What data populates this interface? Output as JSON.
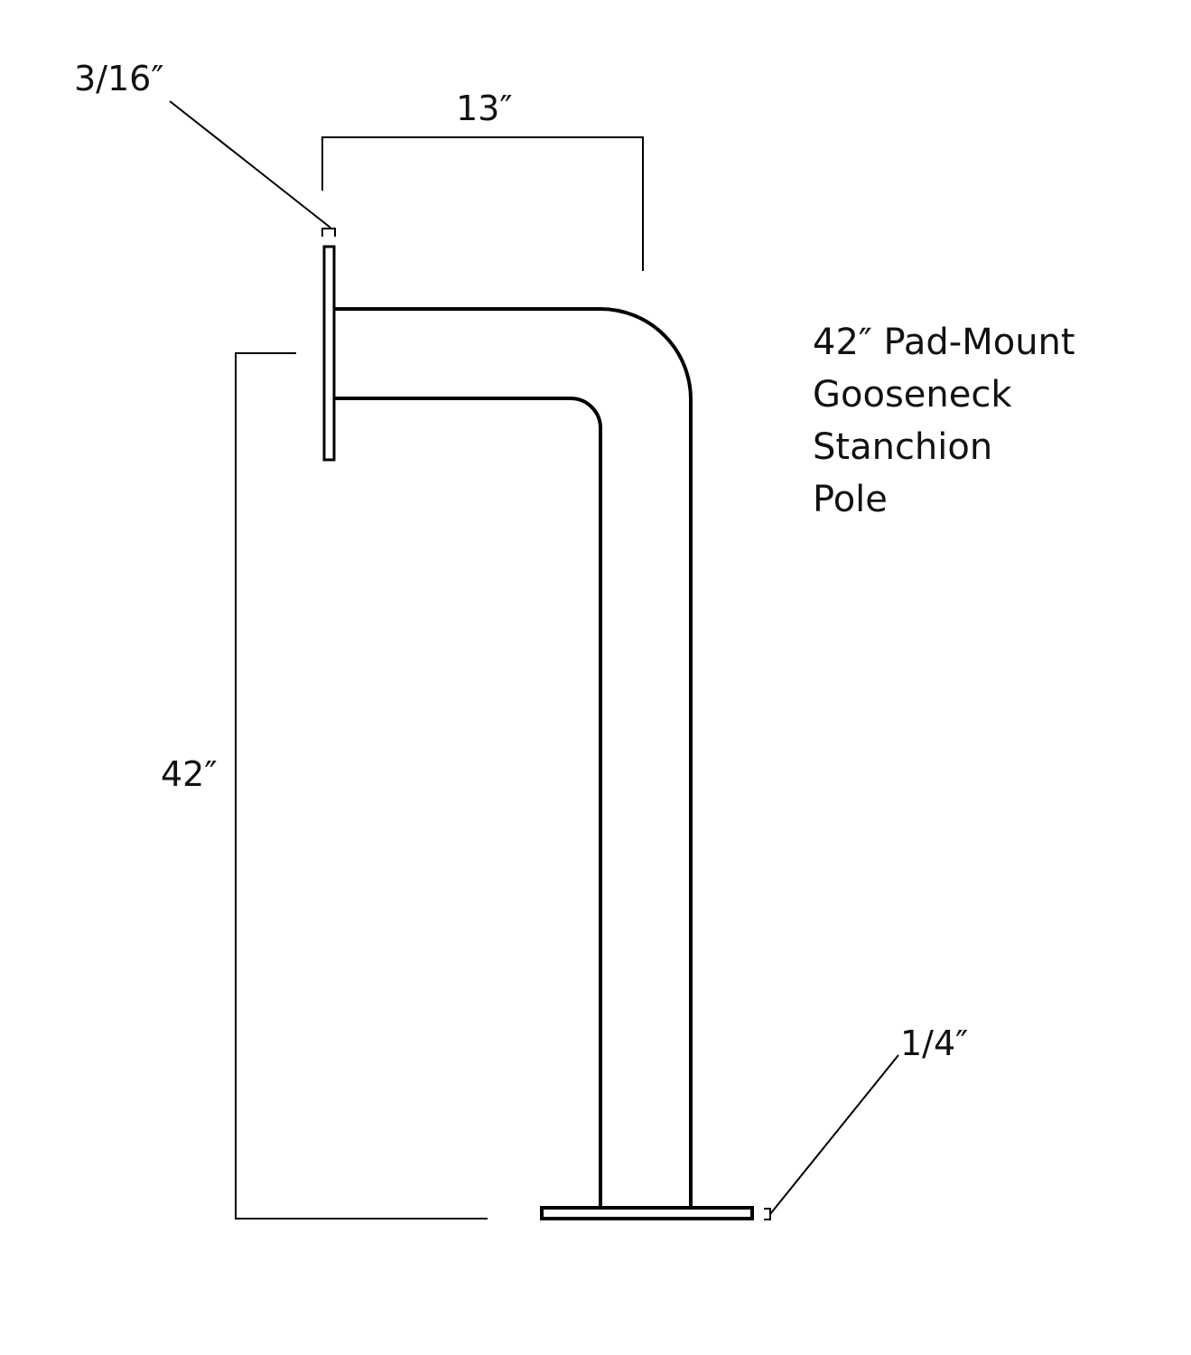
{
  "diagram": {
    "title_lines": [
      "42″ Pad-Mount",
      "Gooseneck",
      "Stanchion",
      "Pole"
    ],
    "dimensions": {
      "top_plate_thickness": "3/16″",
      "arm_reach": "13″",
      "height": "42″",
      "base_plate_thickness": "1/4″"
    },
    "colors": {
      "stroke": "#000000",
      "background": "#ffffff"
    }
  }
}
